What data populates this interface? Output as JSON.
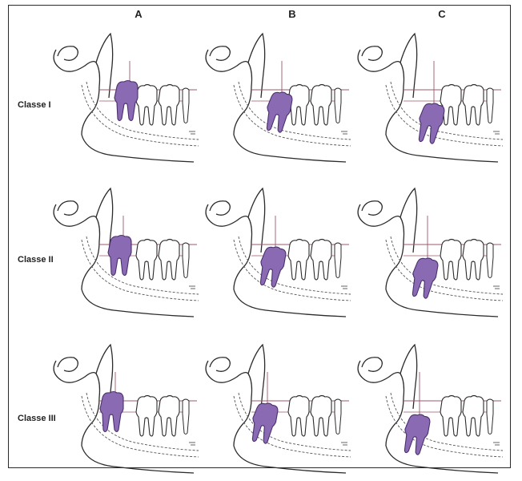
{
  "columns": [
    "A",
    "B",
    "C"
  ],
  "rows": [
    "Classe I",
    "Classe II",
    "Classe III"
  ],
  "colors": {
    "tooth_fill": "#8a6bb3",
    "tooth_stroke": "#4b2f6e",
    "guide_lines": "#9b5a6b",
    "outline": "#2b2b2b"
  }
}
